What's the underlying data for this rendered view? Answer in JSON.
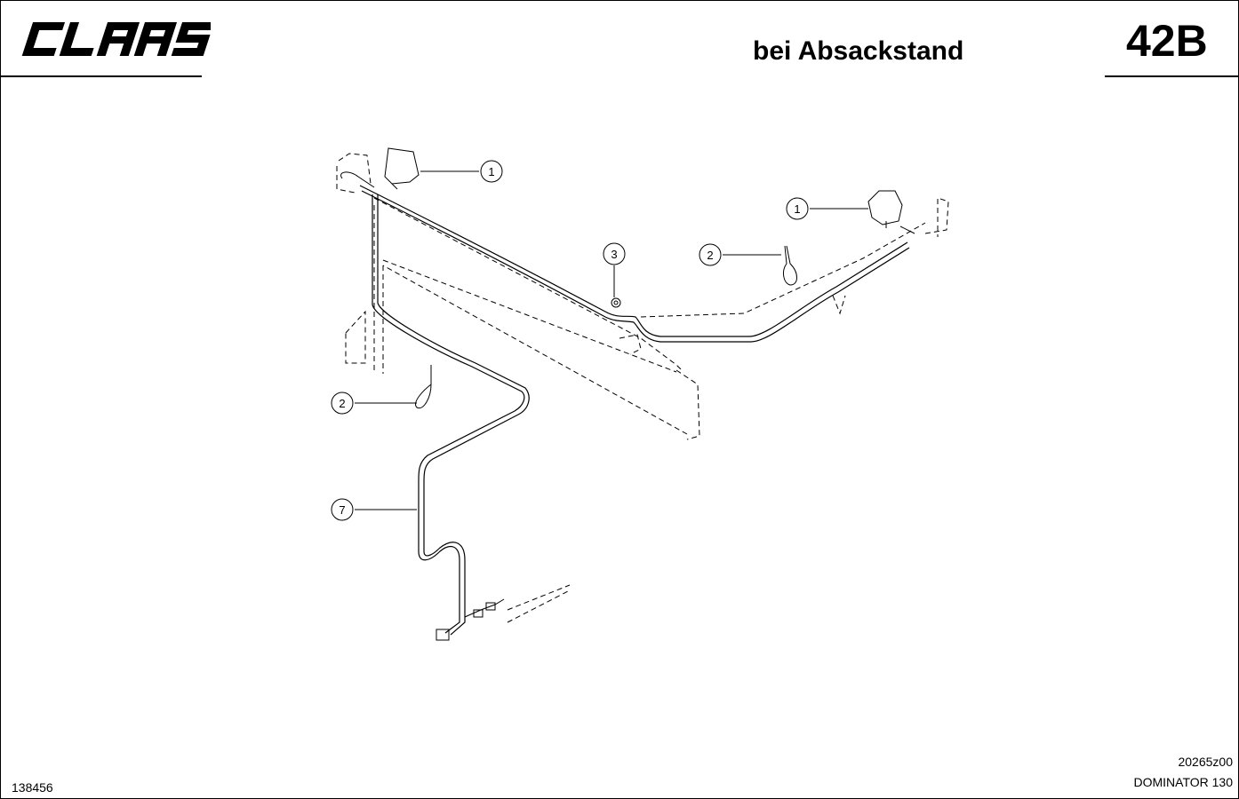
{
  "header": {
    "brand": "CLAAS",
    "title": "bei Absackstand",
    "code": "42B"
  },
  "footer": {
    "doc_number": "138456",
    "drawing_number": "20265z00",
    "model": "DOMINATOR 130"
  },
  "callouts": [
    {
      "id": "lamp-left",
      "label": "1"
    },
    {
      "id": "lamp-right",
      "label": "1"
    },
    {
      "id": "tie-right",
      "label": "2"
    },
    {
      "id": "nut",
      "label": "3"
    },
    {
      "id": "tie-left",
      "label": "2"
    },
    {
      "id": "harness",
      "label": "7"
    }
  ]
}
